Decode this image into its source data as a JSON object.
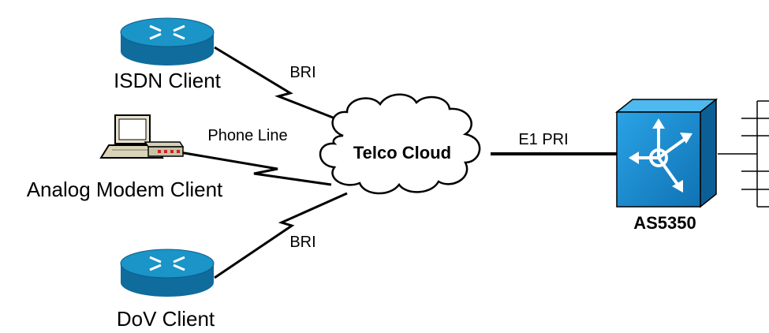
{
  "diagram": {
    "nodes": {
      "isdn_client": {
        "label": "ISDN Client",
        "icon": "router-icon"
      },
      "analog_modem_client": {
        "label": "Analog Modem Client",
        "icon": "laptop-modem-icon"
      },
      "dov_client": {
        "label": "DoV Client",
        "icon": "router-icon"
      },
      "telco_cloud": {
        "label": "Telco Cloud",
        "icon": "cloud-icon"
      },
      "access_server": {
        "label": "AS5350",
        "icon": "access-server-icon"
      }
    },
    "links": {
      "isdn_bri": {
        "label": "BRI",
        "from": "ISDN Client",
        "to": "Telco Cloud"
      },
      "phone_line": {
        "label": "Phone Line",
        "from": "Analog Modem Client",
        "to": "Telco Cloud"
      },
      "dov_bri": {
        "label": "BRI",
        "from": "DoV Client",
        "to": "Telco Cloud"
      },
      "e1_pri": {
        "label": "E1 PRI",
        "from": "Telco Cloud",
        "to": "AS5350"
      }
    },
    "colors": {
      "router_blue": "#0f6c9c",
      "router_top": "#1b94c8",
      "server_blue": "#1a8fd1",
      "line": "#000000",
      "background": "#ffffff"
    }
  }
}
